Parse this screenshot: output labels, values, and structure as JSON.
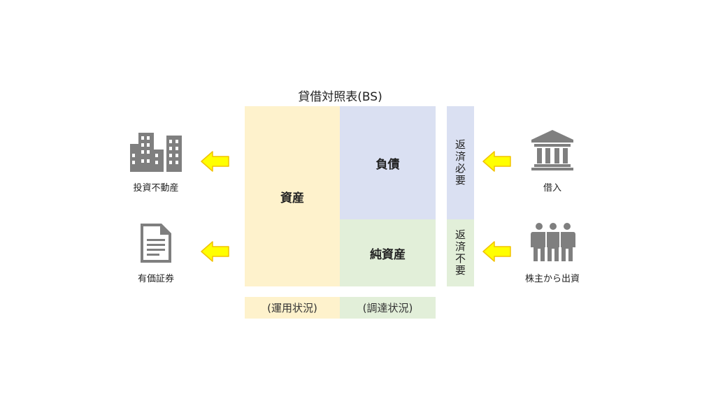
{
  "title": "貸借対照表(BS)",
  "bs": {
    "assets": "資産",
    "liabilities": "負債",
    "equity": "純資産",
    "repay_required": "返済必要",
    "repay_not_required": "返済不要",
    "footer_use": "(運用状況)",
    "footer_raise": "(調達状況)"
  },
  "left": [
    {
      "label": "投資不動産",
      "icon": "buildings-icon"
    },
    {
      "label": "有価証券",
      "icon": "document-icon"
    }
  ],
  "right": [
    {
      "label": "借入",
      "icon": "bank-icon"
    },
    {
      "label": "株主から出資",
      "icon": "people-icon"
    }
  ],
  "colors": {
    "assets": "#fef2cc",
    "liabilities": "#dae0f2",
    "equity": "#e2efd9",
    "arrow": "#ffff00",
    "arrow_stroke": "#f2c200",
    "icon": "#7f7f7f"
  }
}
